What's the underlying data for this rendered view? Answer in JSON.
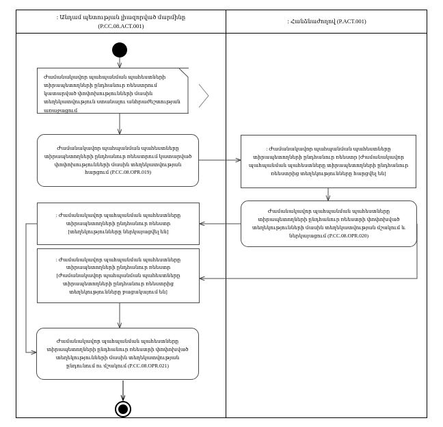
{
  "diagram": {
    "title": "Անդամ պետության լիազորված մարմինը (P.CC.08.ACT.001)",
    "lanes": [
      {
        "name": "member-state-lane",
        "label": ": Անդամ պետության լիազորված մարմինը",
        "code": "(P.CC.08.ACT.001)"
      },
      {
        "name": "commission-lane",
        "label": ": Հանձնաժողով (P.ACT.001)",
        "code": ""
      }
    ],
    "note": {
      "text": "Ժամանակավոր պահպանման պահեստների տիրապետողների ընդհանուր ռեեստրում կատարված փոփոխությունների մասին տեղեկատվություն ստանալու անհրաժեշտության առաջացում"
    },
    "nodes": [
      {
        "id": "initial",
        "kind": "initial",
        "label": ""
      },
      {
        "id": "opr019",
        "kind": "action",
        "label": "Ժամանակավոր պահպանման պահեստները տիրապետողների ընդհանուր ռեեստրում կատարված փոփոխությունների մասին տեղեկատվության հարցում (P.CC.08.OPR.019)"
      },
      {
        "id": "state-requested",
        "kind": "state",
        "label": ": Ժամանակավոր պահպանման պահեստները տիրապետողների ընդհանուր ռեեստր [Ժամանակավոր պահպանման պահեստները տիրապետողների ընդհանուր ռեեստրից տեղեկությունները հարցվել են]"
      },
      {
        "id": "opr020",
        "kind": "action",
        "label": "Ժամանակավոր պահպանման պահեստները տիրապետողների ընդհանուր ռեեստրի փոփոխված տեղեկությունների մասին տեղեկատվության մշակում և ներկայացում (P.CC.08.OPR.020)"
      },
      {
        "id": "state-presented",
        "kind": "state",
        "label": ": Ժամանակավոր պահպանման պահեստները տիրապետողների ընդհանուր ռեեստր [տեղեկությունները ներկայացվել են]"
      },
      {
        "id": "state-absent",
        "kind": "state",
        "label": ": Ժամանակավոր պահպանման պահեստները տիրապետողների ընդհանուր ռեեստր [Ժամանակավոր պահպանման պահեստները տիրապետողների ընդհանուր ռեեստրից տեղեկությունները բացակայում են]"
      },
      {
        "id": "opr021",
        "kind": "action",
        "label": "Ժամանակավոր պահպանման պահեստները տիրապետողների ընդհանուր ռեեստրի փոփոխված տեղեկությունների մասին տեղեկատվության ընդունում ու մշակում (P.CC.08.OPR.021)"
      },
      {
        "id": "final",
        "kind": "final",
        "label": ""
      }
    ]
  }
}
